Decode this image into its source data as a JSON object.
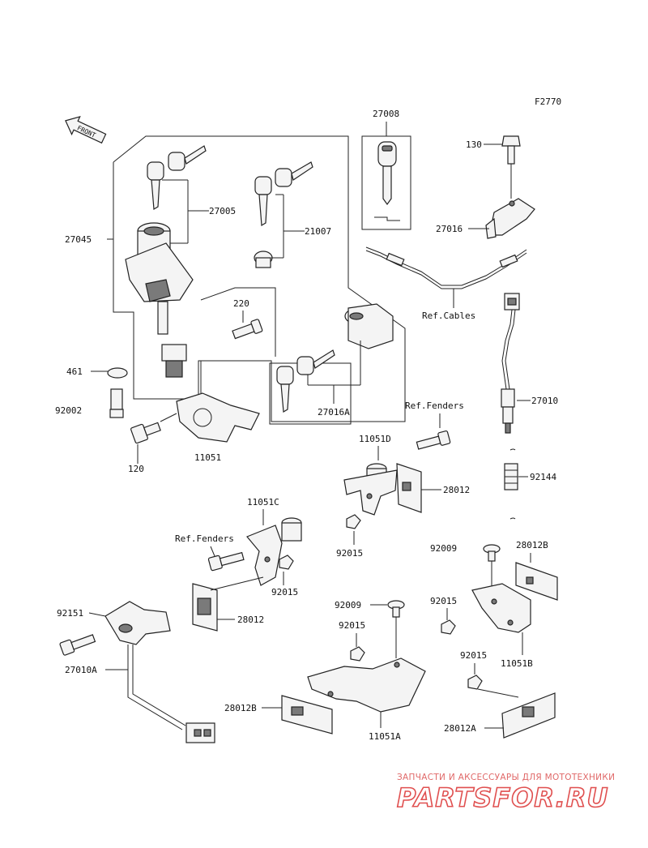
{
  "diagram_code": "F2770",
  "front_label": "FRONT",
  "labels": {
    "p27045": "27045",
    "p27005": "27005",
    "p21007": "21007",
    "p27008": "27008",
    "p130": "130",
    "p27016": "27016",
    "ref_cables": "Ref.Cables",
    "p461": "461",
    "p220": "220",
    "p92002": "92002",
    "p120": "120",
    "p11051": "11051",
    "p27016A": "27016A",
    "p27010": "27010",
    "ref_fenders_1": "Ref.Fenders",
    "p11051D": "11051D",
    "p28012_1": "28012",
    "p92144": "92144",
    "p11051C": "11051C",
    "ref_fenders_2": "Ref.Fenders",
    "p92015_1": "92015",
    "p92015_2": "92015",
    "p28012_2": "28012",
    "p92009_1": "92009",
    "p28012B_1": "28012B",
    "p92015_3": "92015",
    "p11051B": "11051B",
    "p92151": "92151",
    "p92009_2": "92009",
    "p92015_4": "92015",
    "p27010A": "27010A",
    "p28012B_2": "28012B",
    "p11051A": "11051A",
    "p92015_5": "92015",
    "p28012A": "28012A"
  },
  "watermark": {
    "tagline": "ЗАПЧАСТИ И АКСЕССУАРЫ ДЛЯ МОТОТЕХНИКИ",
    "logo": "PARTSFOR.RU"
  }
}
